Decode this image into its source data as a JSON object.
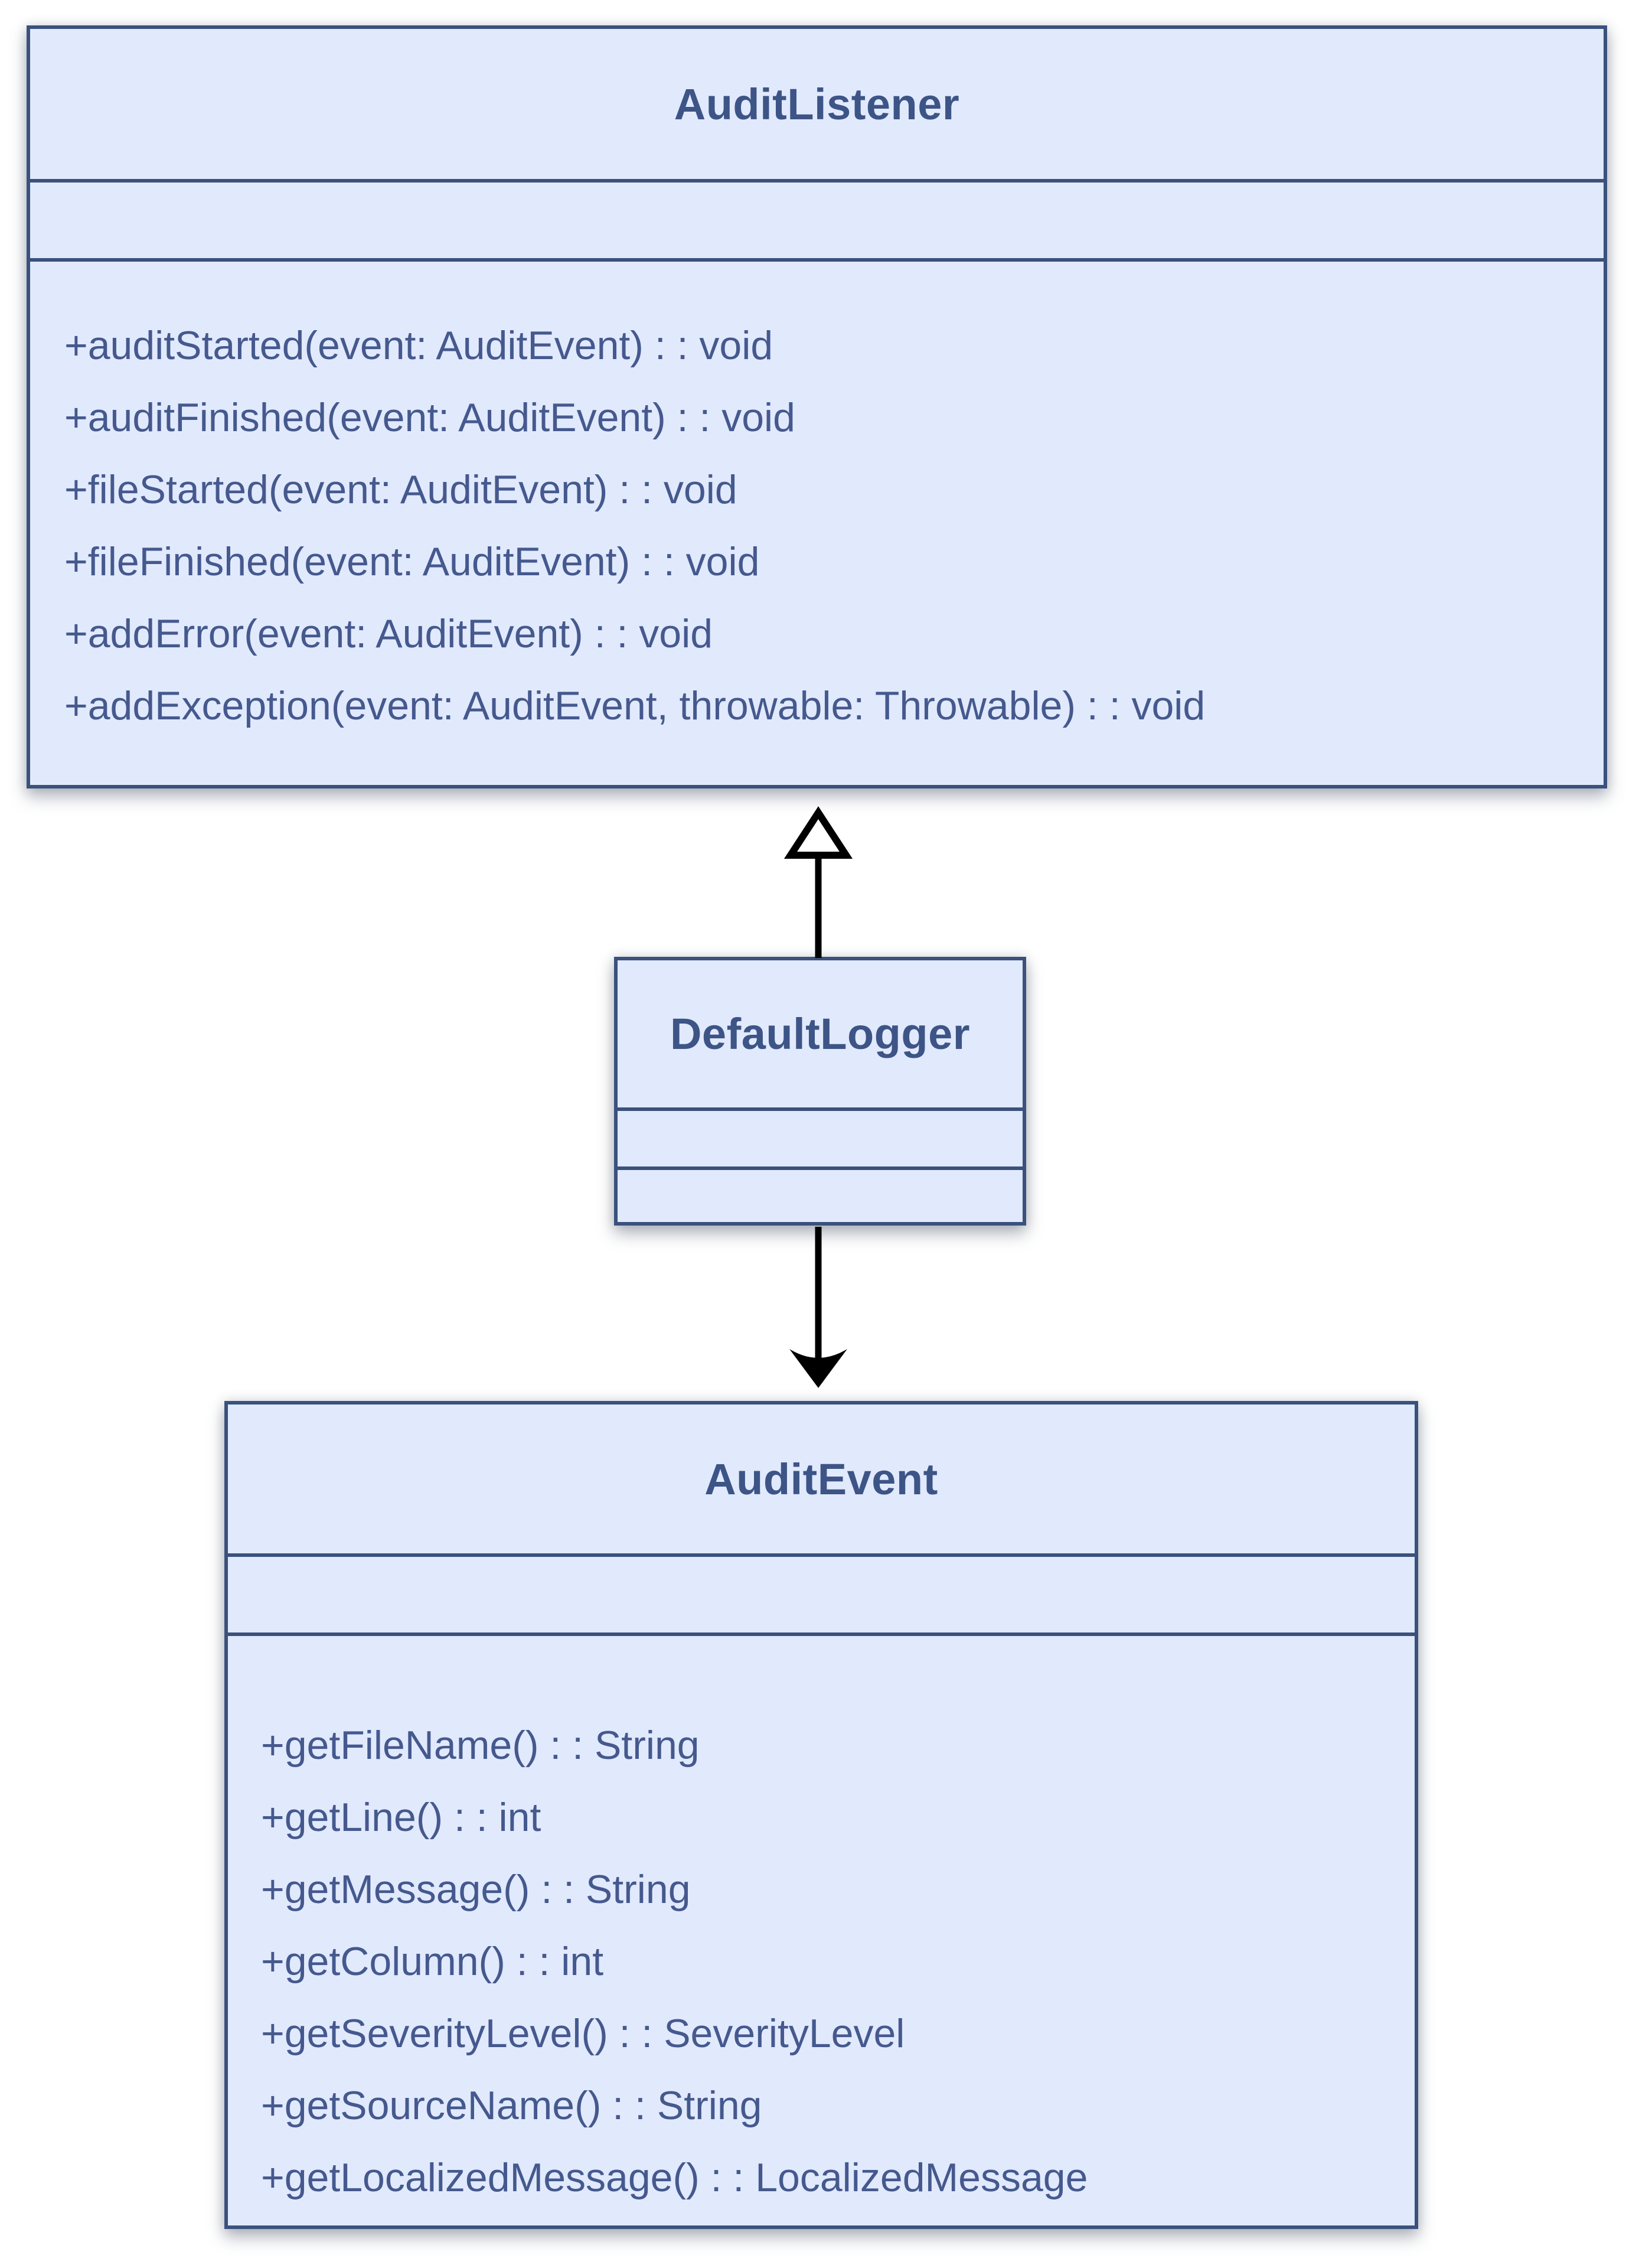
{
  "diagram": {
    "type": "uml-class-diagram",
    "classes": [
      {
        "name": "AuditListener",
        "attributes": [],
        "methods": [
          "+auditStarted(event: AuditEvent) : : void",
          "+auditFinished(event: AuditEvent) : : void",
          "+fileStarted(event: AuditEvent) : : void",
          "+fileFinished(event: AuditEvent) : : void",
          "+addError(event: AuditEvent) : : void",
          "+addException(event: AuditEvent, throwable: Throwable) : : void"
        ]
      },
      {
        "name": "DefaultLogger",
        "attributes": [],
        "methods": []
      },
      {
        "name": "AuditEvent",
        "attributes": [],
        "methods": [
          "+getFileName() : : String",
          "+getLine() : : int",
          "+getMessage() : : String",
          "+getColumn() : : int",
          "+getSeverityLevel() : : SeverityLevel",
          "+getSourceName() : : String",
          "+getLocalizedMessage() : : LocalizedMessage"
        ]
      }
    ],
    "relationships": [
      {
        "from": "DefaultLogger",
        "to": "AuditListener",
        "type": "generalization",
        "arrowhead": "hollow-triangle"
      },
      {
        "from": "DefaultLogger",
        "to": "AuditEvent",
        "type": "directed-association",
        "arrowhead": "solid-stealth"
      }
    ],
    "colors": {
      "box_fill": "#e1e9fc",
      "box_border": "#3a517c",
      "title_text": "#3d5486",
      "method_text": "#45598e",
      "arrow": "#000000",
      "background": "#ffffff"
    }
  }
}
